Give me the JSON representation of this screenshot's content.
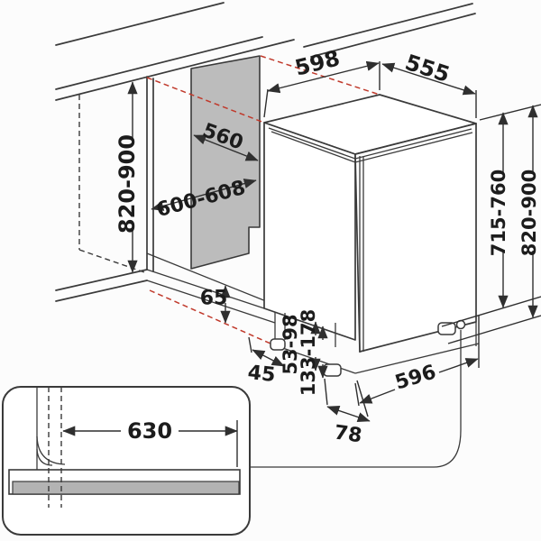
{
  "diagram": {
    "kind": "dishwasher-installation-dimension-drawing",
    "colors": {
      "line": "#3a3a3a",
      "text": "#1c1c1c",
      "projection_red": "#c0392b",
      "niche_panel_gray": "#bcbcbc",
      "worktop_bar_gray": "#b3b3b3",
      "background": "#fcfcfc"
    },
    "dimensions": {
      "appliance_width": "598",
      "appliance_depth": "555",
      "panel_depth": "560",
      "niche_width": "600-608",
      "niche_height": "820-900",
      "appliance_height": "715-760",
      "overall_height": "820-900",
      "floor_clearance": "65",
      "front_gap": "45",
      "adjust_range_small": "53-98",
      "adjust_range_large": "133-178",
      "feet_distance": "596",
      "foot_inset": "78",
      "hose_extension": "630"
    }
  }
}
